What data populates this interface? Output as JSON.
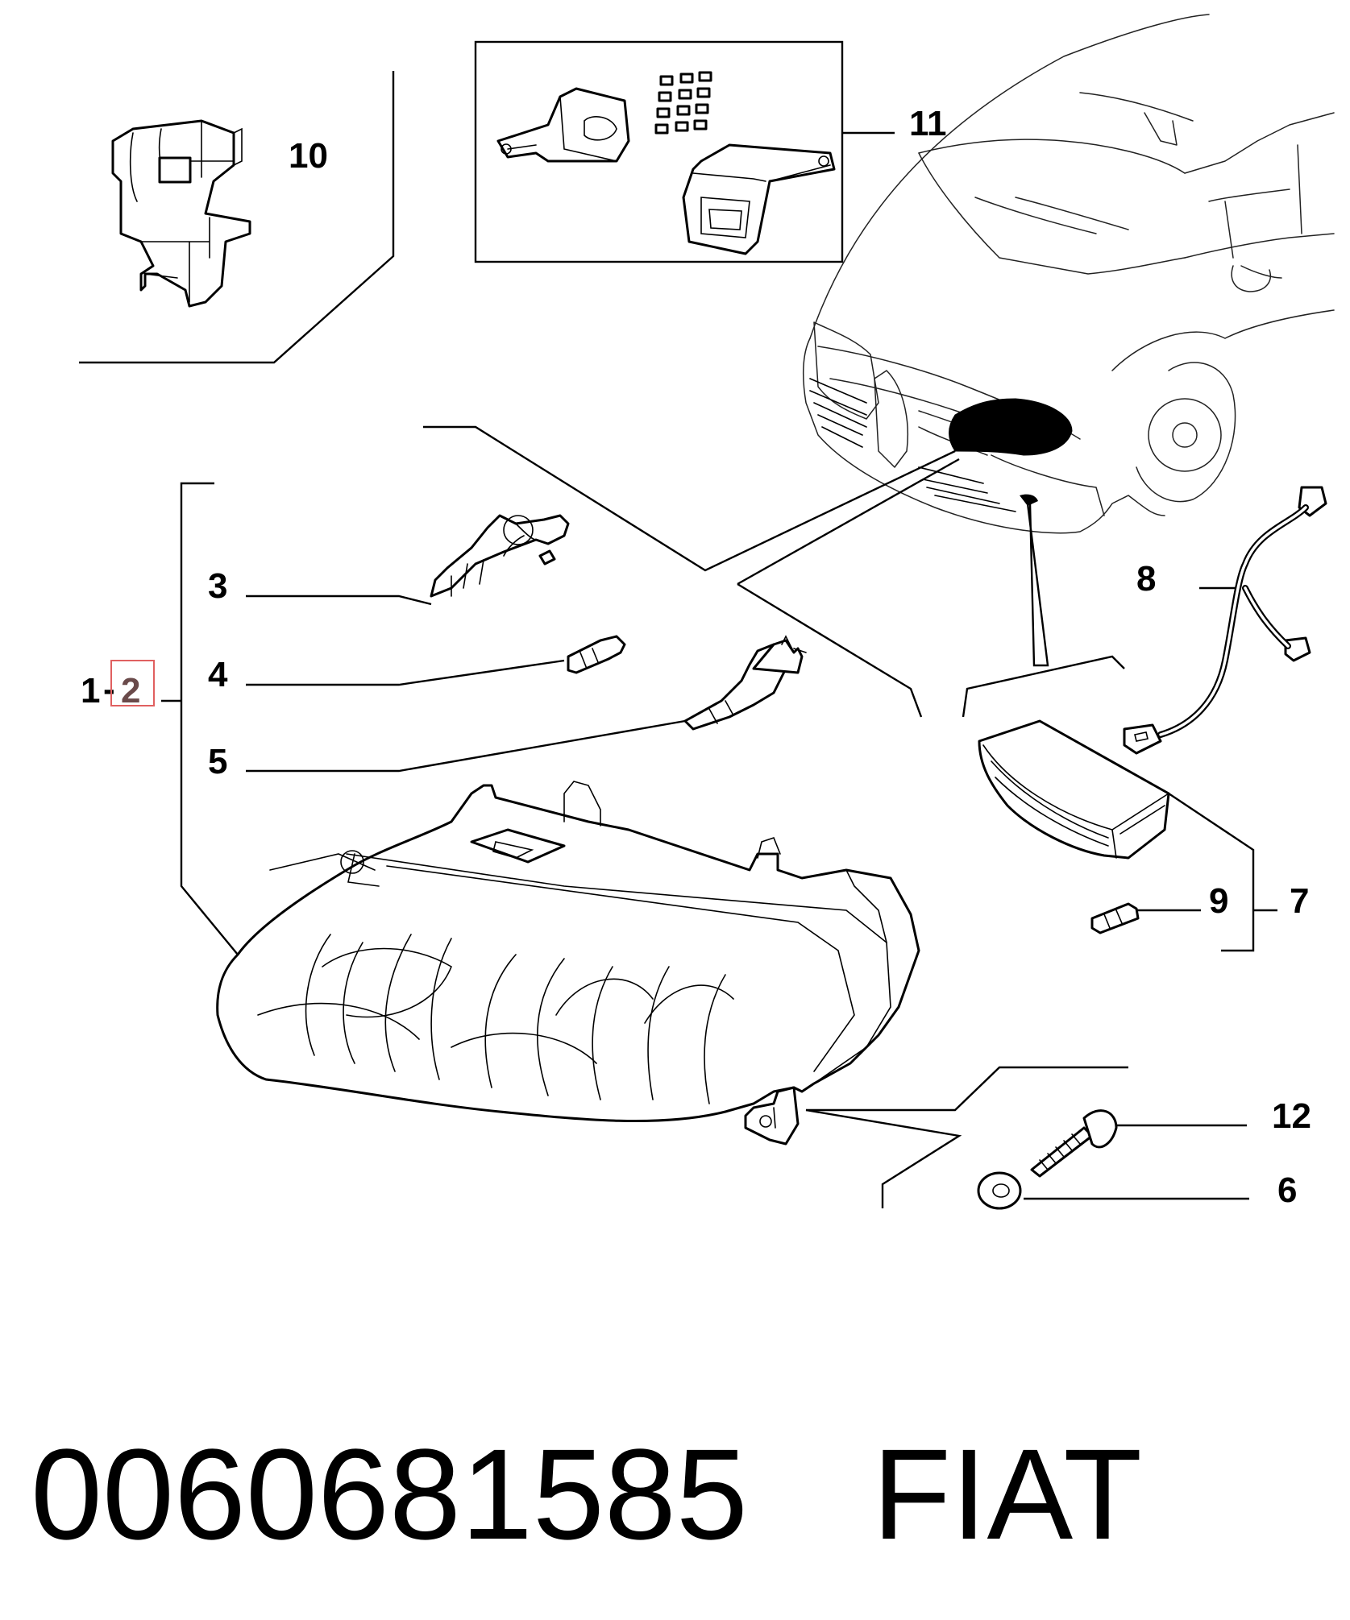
{
  "diagram": {
    "callouts": {
      "c1": "1",
      "c2": "2",
      "c3": "3",
      "c4": "4",
      "c5": "5",
      "c6": "6",
      "c7": "7",
      "c8": "8",
      "c9": "9",
      "c10": "10",
      "c11": "11",
      "c12": "12"
    },
    "highlight_color": "#e06060"
  },
  "footer": {
    "part_number": "0060681585",
    "brand": "FIAT"
  }
}
